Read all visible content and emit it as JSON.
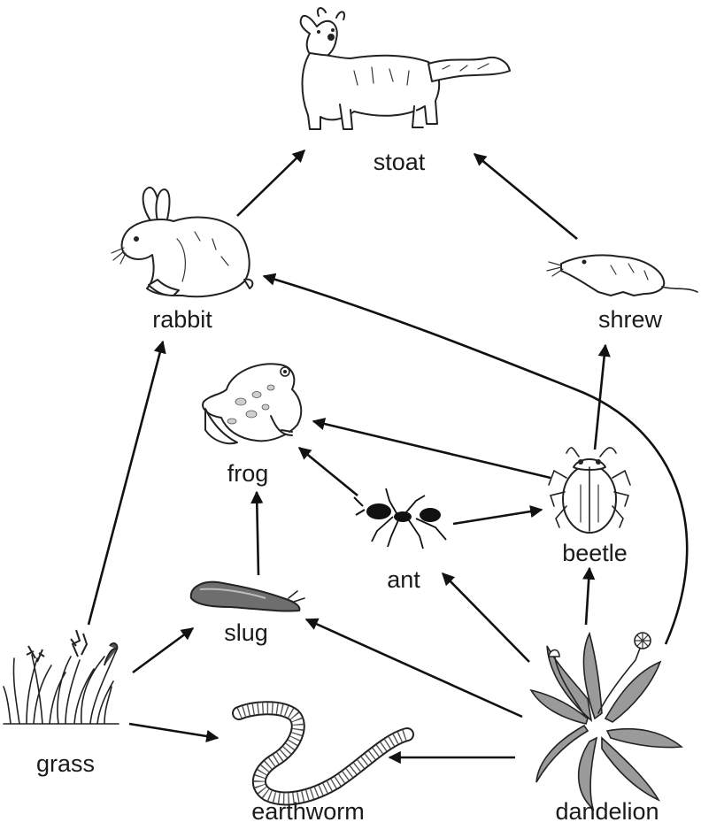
{
  "organisms": {
    "stoat": "stoat",
    "rabbit": "rabbit",
    "shrew": "shrew",
    "frog": "frog",
    "beetle": "beetle",
    "ant": "ant",
    "slug": "slug",
    "grass": "grass",
    "earthworm": "earthworm",
    "dandelion": "dandelion"
  },
  "food_chain_links": [
    {
      "from": "rabbit",
      "to": "stoat"
    },
    {
      "from": "shrew",
      "to": "stoat"
    },
    {
      "from": "dandelion",
      "to": "rabbit"
    },
    {
      "from": "grass",
      "to": "rabbit"
    },
    {
      "from": "beetle",
      "to": "shrew"
    },
    {
      "from": "beetle",
      "to": "frog"
    },
    {
      "from": "ant",
      "to": "frog"
    },
    {
      "from": "ant",
      "to": "beetle"
    },
    {
      "from": "slug",
      "to": "frog"
    },
    {
      "from": "grass",
      "to": "slug"
    },
    {
      "from": "grass",
      "to": "earthworm"
    },
    {
      "from": "dandelion",
      "to": "beetle"
    },
    {
      "from": "dandelion",
      "to": "ant"
    },
    {
      "from": "dandelion",
      "to": "slug"
    },
    {
      "from": "dandelion",
      "to": "earthworm"
    }
  ],
  "colors": {
    "line": "#111111",
    "slug_body": "#6e6e6e",
    "leaf_fill": "#9a9a9a"
  }
}
